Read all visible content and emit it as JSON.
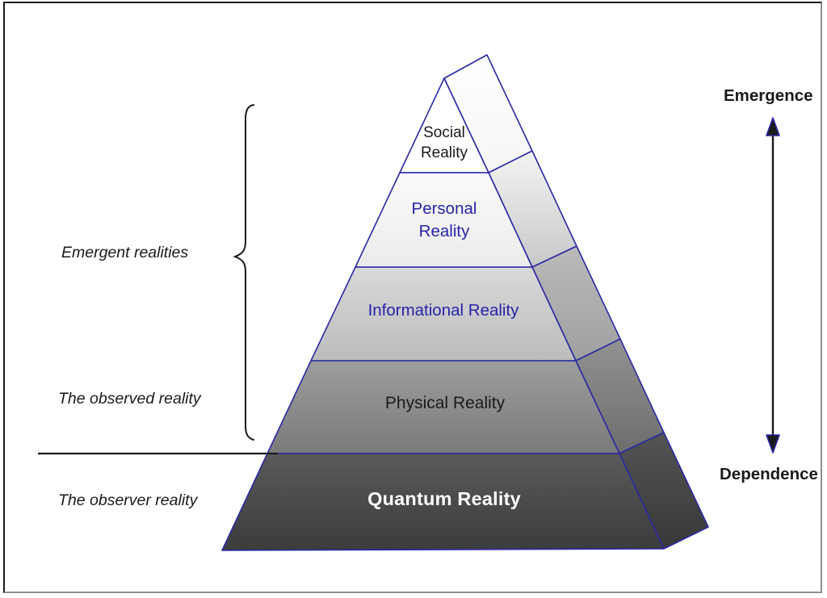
{
  "colors": {
    "pyramid_stroke": "#2b28a5",
    "navy_text": "#2823a8",
    "black_text": "#1a1a1a",
    "white_text": "#ffffff",
    "annotation_black": "#1a1a1a",
    "frame_dark": "#1a1a1a",
    "frame_gray": "#8f8f8f"
  },
  "pyramid": {
    "layers": [
      {
        "label": "Social Reality",
        "front_top": "#ffffff",
        "front_bottom": "#ffffff",
        "side_top": "#ffffff",
        "side_bottom": "#f6f6f6"
      },
      {
        "label": "Personal Reality",
        "front_top": "#fbfbfb",
        "front_bottom": "#ebebeb",
        "side_top": "#f4f4f4",
        "side_bottom": "#c8c8c8"
      },
      {
        "label": "Informational Reality",
        "front_top": "#d9d9d9",
        "front_bottom": "#bcbcbc",
        "side_top": "#bababa",
        "side_bottom": "#a0a0a0"
      },
      {
        "label": "Physical Reality",
        "front_top": "#9d9d9d",
        "front_bottom": "#7a7a7a",
        "side_top": "#929292",
        "side_bottom": "#6d6d6d"
      },
      {
        "label": "Quantum Reality",
        "front_top": "#5a5a5a",
        "front_bottom": "#3c3c3c",
        "side_top": "#545454",
        "side_bottom": "#383838"
      }
    ]
  },
  "annotations": {
    "emergent": "Emergent realities",
    "observed": "The observed reality",
    "observer": "The observer reality"
  },
  "axis": {
    "top": "Emergence",
    "bottom": "Dependence"
  }
}
